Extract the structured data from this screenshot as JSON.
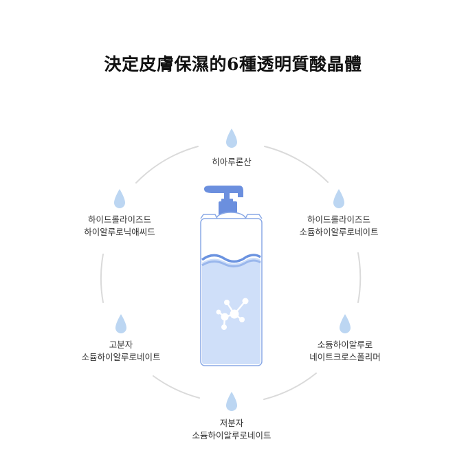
{
  "title": "決定皮膚保濕的6種透明質酸晶體",
  "ingredients": [
    {
      "line1": "히아루론산",
      "line2": ""
    },
    {
      "line1": "하이드롤라이즈드",
      "line2": "소듐하이알루로네이트"
    },
    {
      "line1": "소듐하이알루로",
      "line2": "네이트크로스폴리머"
    },
    {
      "line1": "저분자",
      "line2": "소듐하이알루로네이트"
    },
    {
      "line1": "고분자",
      "line2": "소듐하이알루로네이트"
    },
    {
      "line1": "하이드롤라이즈드",
      "line2": "하이알루로닉애씨드"
    }
  ],
  "colors": {
    "drop": "#bcd6f2",
    "ring": "#dadada",
    "bottle_outline": "#8aa9e6",
    "liquid": "#cfdff9",
    "wave": "#6b93e0",
    "pump": "#6b8fde",
    "molecule": "#ffffff"
  },
  "icons": [
    "water-drop-icon",
    "pump-bottle-icon",
    "molecule-icon"
  ]
}
